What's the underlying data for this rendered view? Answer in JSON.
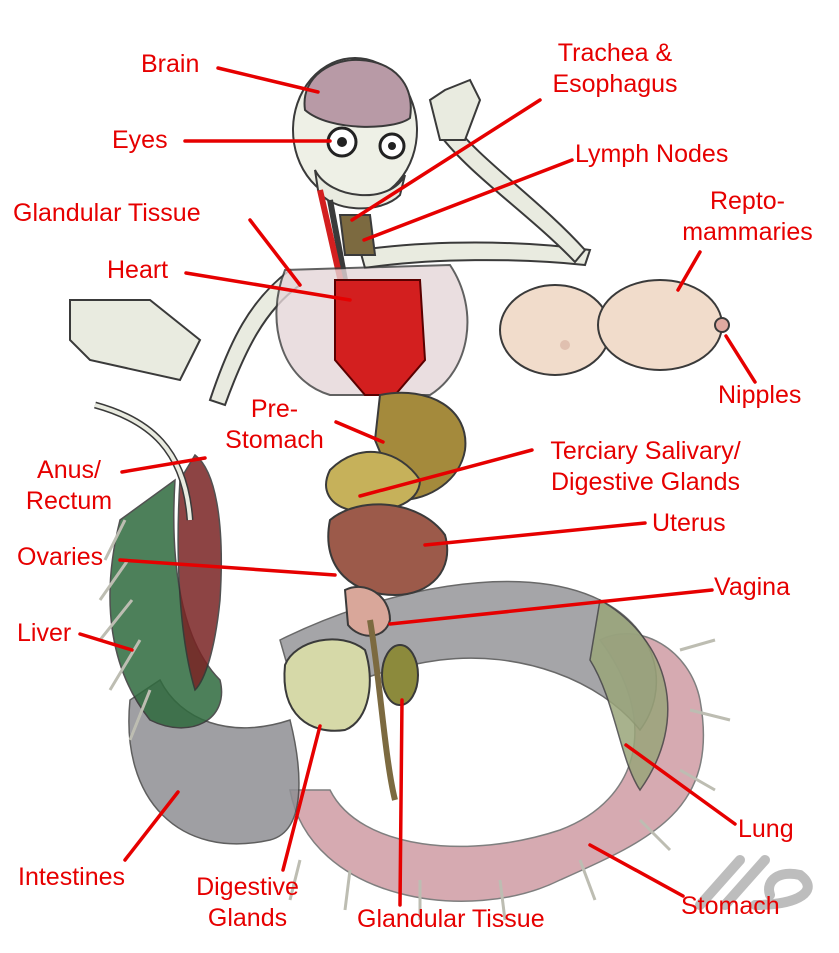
{
  "labels": {
    "brain": "Brain",
    "eyes": "Eyes",
    "glandular_tissue_upper": "Glandular Tissue",
    "heart": "Heart",
    "trachea_l1": "Trachea &",
    "trachea_l2": "Esophagus",
    "lymph_nodes": "Lymph Nodes",
    "reptomammaries_l1": "Repto-",
    "reptomammaries_l2": "mammaries",
    "nipples": "Nipples",
    "prestomach_l1": "Pre-",
    "prestomach_l2": "Stomach",
    "anus_l1": "Anus/",
    "anus_l2": "Rectum",
    "terciary_l1": "Terciary Salivary/",
    "terciary_l2": "Digestive Glands",
    "uterus": "Uterus",
    "ovaries": "Ovaries",
    "vagina": "Vagina",
    "liver": "Liver",
    "lung": "Lung",
    "intestines": "Intestines",
    "digestive_glands_l1": "Digestive",
    "digestive_glands_l2": "Glands",
    "glandular_tissue_lower": "Glandular Tissue",
    "stomach": "Stomach"
  },
  "colors": {
    "label": "#e60000",
    "bone": "#e9ebe0",
    "bone_outline": "#3a3a3a",
    "brain": "#b89aa6",
    "heart": "#d31f1f",
    "liver": "#2f6a3e",
    "rectum": "#7a2424",
    "intestines": "#8f8f93",
    "stomach": "#c98e98",
    "lung": "#9aa57a",
    "prestomach": "#a48a3c",
    "uterus": "#9c5a4a",
    "digestive_glands": "#d6d9a8",
    "glandular_tissue": "#8c8a3c",
    "mammaries": "#f1dccb"
  }
}
